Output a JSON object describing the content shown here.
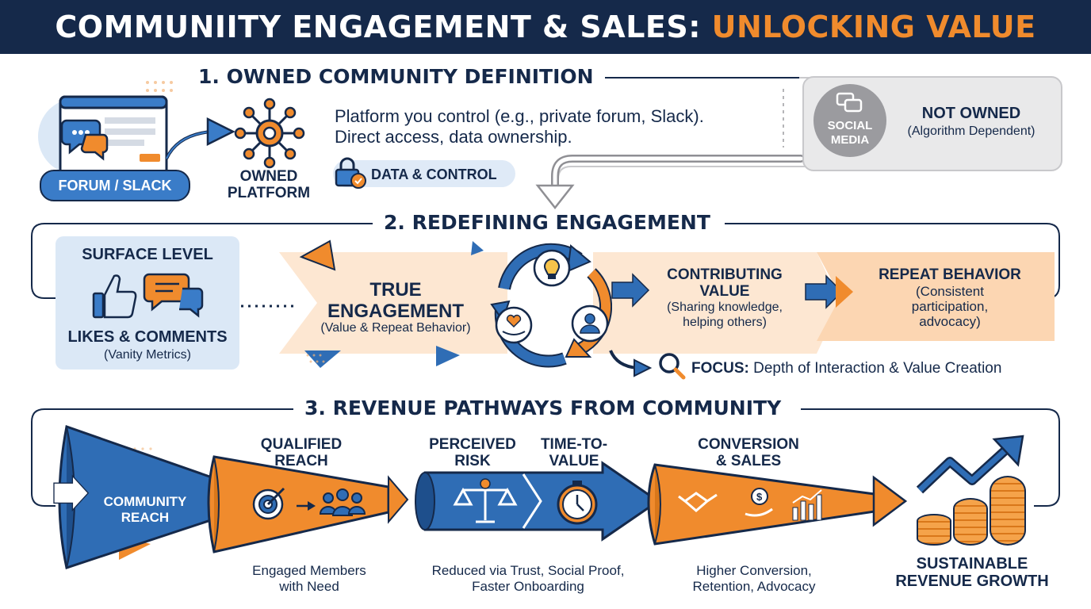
{
  "header": {
    "title_main": "COMMUNIITY ENGAGEMENT & SALES:",
    "title_accent": "UNLOCKING VALUE"
  },
  "section1": {
    "heading": "1. OWNED COMMUNITY DEFINITION",
    "forum_label": "FORUM / SLACK",
    "platform_label_line1": "OWNED",
    "platform_label_line2": "PLATFORM",
    "description_line1": "Platform you control (e.g., private forum, Slack).",
    "description_line2": "Direct access, data ownership.",
    "data_control_label": "DATA & CONTROL",
    "social_line1": "SOCIAL",
    "social_line2": "MEDIA",
    "not_owned_title": "NOT OWNED",
    "not_owned_subtitle": "(Algorithm Dependent)"
  },
  "section2": {
    "heading": "2. REDEFINING ENGAGEMENT",
    "surface_title": "SURFACE LEVEL",
    "likes_title": "LIKES & COMMENTS",
    "likes_subtitle": "(Vanity Metrics)",
    "true_line1": "TRUE",
    "true_line2": "ENGAGEMENT",
    "true_subtitle": "(Value & Repeat Behavior)",
    "contrib_line1": "CONTRIBUTING",
    "contrib_line2": "VALUE",
    "contrib_sub1": "(Sharing knowledge,",
    "contrib_sub2": "helping others)",
    "repeat_title": "REPEAT BEHAVIOR",
    "repeat_sub1": "(Consistent",
    "repeat_sub2": "participation,",
    "repeat_sub3": "advocacy)",
    "focus_label": "FOCUS:",
    "focus_text": "Depth of Interaction & Value Creation"
  },
  "section3": {
    "heading": "3. REVENUE PATHWAYS FROM COMMUNITY",
    "reach_line1": "COMMUNITY",
    "reach_line2": "REACH",
    "qualified_line1": "QUALIFIED",
    "qualified_line2": "REACH",
    "qualified_caption_line1": "Engaged Members",
    "qualified_caption_line2": "with Need",
    "risk_line1": "PERCEIVED",
    "risk_line2": "RISK",
    "ttv_line1": "TIME-TO-",
    "ttv_line2": "VALUE",
    "risk_caption_line1": "Reduced via Trust, Social Proof,",
    "risk_caption_line2": "Faster Onboarding",
    "conversion_line1": "CONVERSION",
    "conversion_line2": "& SALES",
    "conversion_caption_line1": "Higher Conversion,",
    "conversion_caption_line2": "Retention, Advocacy",
    "growth_line1": "SUSTAINABLE",
    "growth_line2": "REVENUE GROWTH"
  },
  "colors": {
    "navy": "#15294a",
    "blue": "#2f6db5",
    "orange": "#f08b2d",
    "light_orange": "#fde7d2",
    "light_blue": "#dbe8f6",
    "gray": "#9b9b9f"
  }
}
